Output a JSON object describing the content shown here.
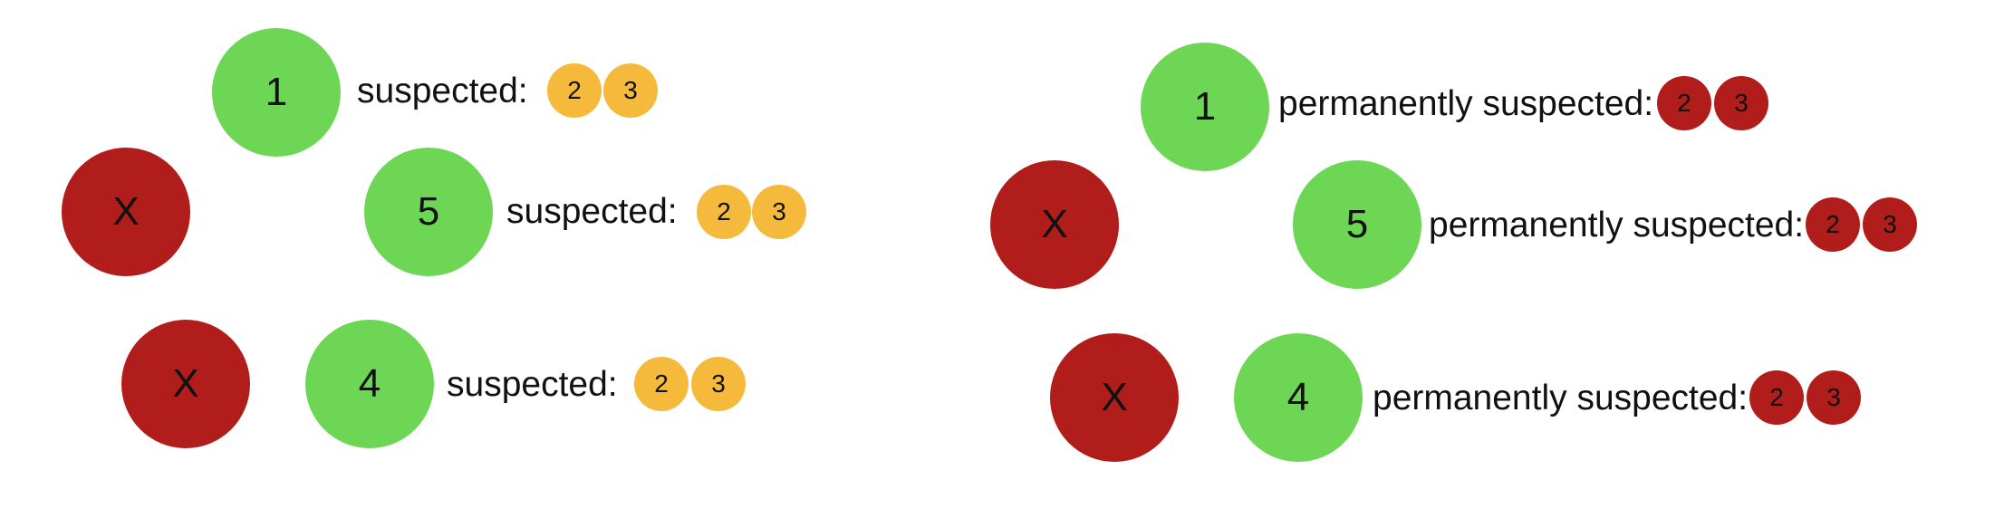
{
  "colors": {
    "alive": "#6dd655",
    "dead": "#b01d1a",
    "suspect_badge": "#f5b93c",
    "permanent_badge": "#b01d1a",
    "text": "#111111"
  },
  "diagrams": [
    {
      "id": "left",
      "crashed_nodes": [
        {
          "label": "X"
        },
        {
          "label": "X"
        }
      ],
      "live_nodes": [
        {
          "label": "1",
          "status_text": "suspected:",
          "suspects": [
            "2",
            "3"
          ]
        },
        {
          "label": "5",
          "status_text": "suspected:",
          "suspects": [
            "2",
            "3"
          ]
        },
        {
          "label": "4",
          "status_text": "suspected:",
          "suspects": [
            "2",
            "3"
          ]
        }
      ]
    },
    {
      "id": "right",
      "crashed_nodes": [
        {
          "label": "X"
        },
        {
          "label": "X"
        }
      ],
      "live_nodes": [
        {
          "label": "1",
          "status_text": "permanently suspected:",
          "suspects": [
            "2",
            "3"
          ]
        },
        {
          "label": "5",
          "status_text": "permanently suspected:",
          "suspects": [
            "2",
            "3"
          ]
        },
        {
          "label": "4",
          "status_text": "permanently suspected:",
          "suspects": [
            "2",
            "3"
          ]
        }
      ]
    }
  ]
}
